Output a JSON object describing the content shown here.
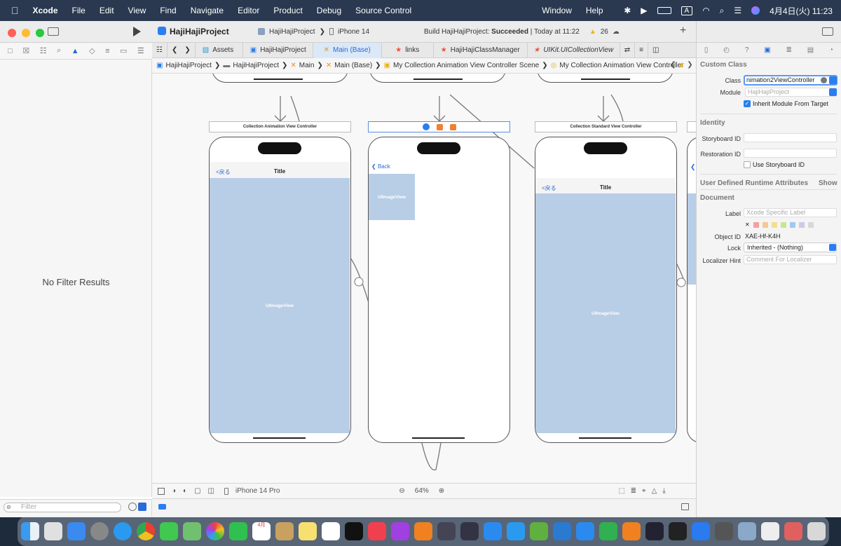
{
  "menubar": {
    "app": "Xcode",
    "items": [
      "File",
      "Edit",
      "View",
      "Find",
      "Navigate",
      "Editor",
      "Product",
      "Debug",
      "Source Control"
    ],
    "items_right": [
      "Window",
      "Help"
    ],
    "input_mode": "A",
    "datetime": "4月4日(火) 11:23"
  },
  "toolbar": {
    "project_title": "HajiHajiProject",
    "scheme": "HajiHajiProject",
    "device": "iPhone 14",
    "build_prefix": "Build HajiHajiProject: ",
    "build_status": "Succeeded",
    "build_time": "| Today at 11:22",
    "warning_count": "26"
  },
  "navigator": {
    "empty_message": "No Filter Results",
    "filter_placeholder": "Filter"
  },
  "tabs": [
    {
      "label": "Assets",
      "icon": "asset-catalog-icon"
    },
    {
      "label": "HajiHajiProject",
      "icon": "project-icon"
    },
    {
      "label": "Main (Base)",
      "icon": "storyboard-icon"
    },
    {
      "label": "links",
      "icon": "swift-file-icon"
    },
    {
      "label": "HajiHajiClassManager",
      "icon": "swift-file-icon"
    },
    {
      "label": "UIKit.UICollectionView",
      "icon": "swift-file-icon"
    }
  ],
  "jumpbar": [
    "HajiHajiProject",
    "HajiHajiProject",
    "Main",
    "Main (Base)",
    "My Collection Animation View Controller Scene",
    "My Collection Animation View Controller"
  ],
  "canvas": {
    "scene1": {
      "title": "Collection Animation View Controller",
      "back": "<戻る",
      "nav_title": "Title",
      "image": "UIImageView"
    },
    "scene2": {
      "back": "Back",
      "image": "UIImageView"
    },
    "scene3": {
      "title": "Collection Standard View Controller",
      "back": "<戻る",
      "nav_title": "Title",
      "image": "UIImageView"
    }
  },
  "bottombar": {
    "device": "iPhone 14 Pro",
    "zoom": "64%"
  },
  "inspector": {
    "custom_class_header": "Custom Class",
    "class_label": "Class",
    "class_value": "nimation2ViewController",
    "module_label": "Module",
    "module_placeholder": "HajiHajiProject",
    "inherit_label": "Inherit Module From Target",
    "identity_header": "Identity",
    "storyboard_id_label": "Storyboard ID",
    "restoration_id_label": "Restoration ID",
    "use_storyboard_id_label": "Use Storyboard ID",
    "runtime_attrs_header": "User Defined Runtime Attributes",
    "show_label": "Show",
    "document_header": "Document",
    "label_label": "Label",
    "label_placeholder": "Xcode Specific Label",
    "object_id_label": "Object ID",
    "object_id_value": "XAE-Hf-K4H",
    "lock_label": "Lock",
    "lock_value": "Inherited - (Nothing)",
    "localizer_label": "Localizer Hint",
    "localizer_placeholder": "Comment For Localizer"
  },
  "dock": {
    "calendar_month": "4月",
    "calendar_day": "4"
  },
  "colors": {
    "accent": "#2a6bd6",
    "image_view": "#b8cde6",
    "warning": "#f0b400",
    "close": "#ff5f57",
    "minimize": "#febc2e",
    "zoom": "#28c840"
  }
}
